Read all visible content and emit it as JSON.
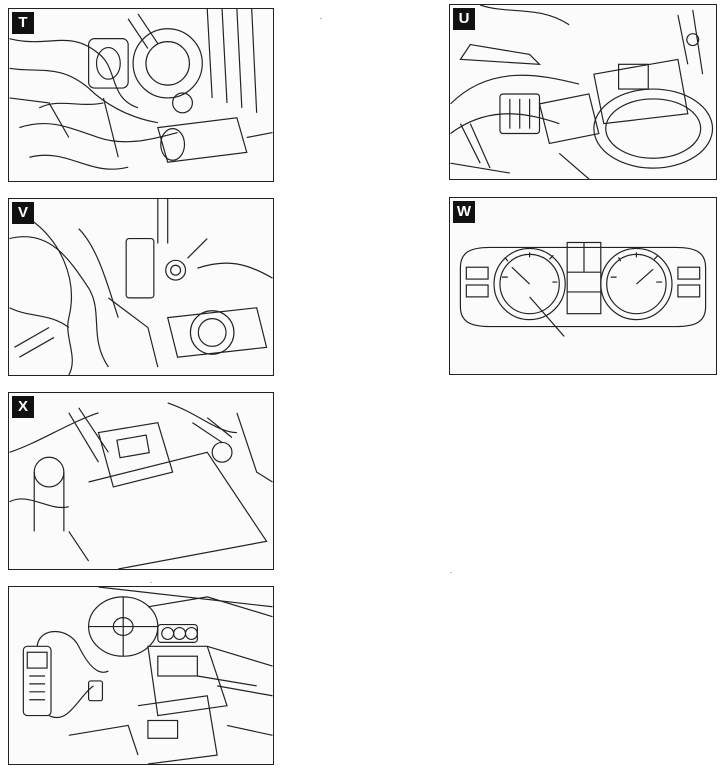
{
  "panels": [
    {
      "id": "T",
      "label": "T"
    },
    {
      "id": "U",
      "label": "U"
    },
    {
      "id": "V",
      "label": "V"
    },
    {
      "id": "W",
      "label": "W"
    },
    {
      "id": "X",
      "label": "X"
    },
    {
      "id": "Y",
      "label": ""
    }
  ],
  "colors": {
    "line": "#222222",
    "background": "#ffffff",
    "tag_bg": "#111111",
    "tag_text": "#ffffff"
  }
}
